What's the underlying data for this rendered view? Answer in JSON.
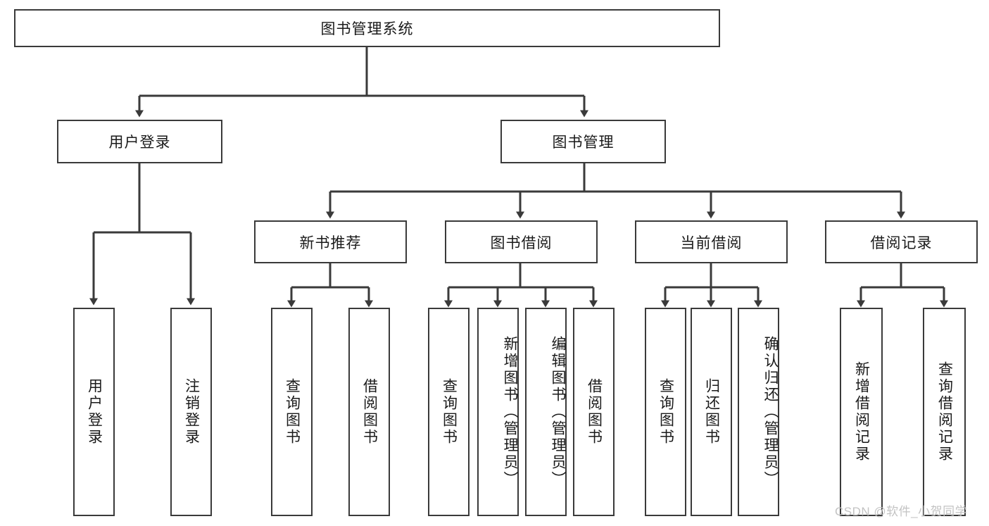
{
  "diagram": {
    "title": "图书管理系统",
    "type": "hierarchy-tree",
    "root": {
      "label": "图书管理系统"
    },
    "level2": [
      {
        "label": "用户登录"
      },
      {
        "label": "图书管理"
      }
    ],
    "level3": [
      {
        "label": "新书推荐"
      },
      {
        "label": "图书借阅"
      },
      {
        "label": "当前借阅"
      },
      {
        "label": "借阅记录"
      }
    ],
    "leaves": {
      "user_login": [
        {
          "label": "用户登录"
        },
        {
          "label": "注销登录"
        }
      ],
      "new_book_recommend": [
        {
          "label": "查询图书"
        },
        {
          "label": "借阅图书"
        }
      ],
      "book_borrow": [
        {
          "label": "查询图书"
        },
        {
          "label": "新增图书（管理员）"
        },
        {
          "label": "编辑图书（管理员）"
        },
        {
          "label": "借阅图书"
        }
      ],
      "current_borrow": [
        {
          "label": "查询图书"
        },
        {
          "label": "归还图书"
        },
        {
          "label": "确认归还（管理员）"
        }
      ],
      "borrow_record": [
        {
          "label": "新增借阅记录"
        },
        {
          "label": "查询借阅记录"
        }
      ]
    }
  },
  "watermark": {
    "text": "CSDN @软件_小贺同学"
  },
  "colors": {
    "border": "#3a3a3a",
    "text": "#1a1a1a",
    "background": "#ffffff",
    "watermark": "#c3c3c3"
  }
}
